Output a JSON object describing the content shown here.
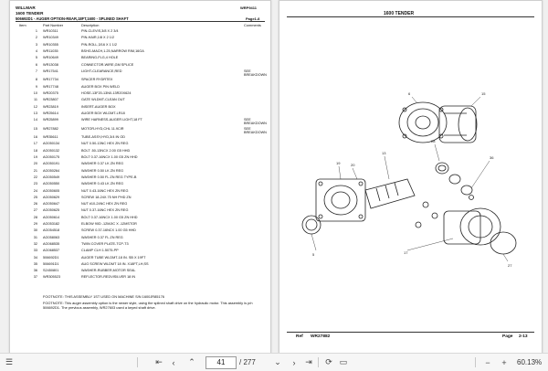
{
  "left_page": {
    "company": "WILLMAR",
    "doc_code": "WRP9411",
    "title": "1600 TENDER",
    "assembly": "506692D1 - AUGER OPTION-REAR,18FT,1600 - SPLINED SHAFT",
    "page_label": "Page1-8",
    "col_item": "Item",
    "col_part": "Part Number",
    "col_desc": "Description",
    "col_cmt": "Comments",
    "parts": [
      {
        "item": "1",
        "part": "WR10311",
        "desc": "PIN-CLEVIS,3/8 X 2 3/4",
        "cmt": ""
      },
      {
        "item": "2",
        "part": "WR10349",
        "desc": "PIN-HAIR,1/8 X 2 1/2",
        "cmt": ""
      },
      {
        "item": "3",
        "part": "WR10355",
        "desc": "PIN-ROLL,3/16 X 1 1/2",
        "cmt": ""
      },
      {
        "item": "4",
        "part": "WR11035",
        "desc": "BSHG-MACH,1.25,NARROW RIM,16GA",
        "cmt": ""
      },
      {
        "item": "5",
        "part": "WR10649",
        "desc": "BEARING-FLG,4 HOLE",
        "cmt": ""
      },
      {
        "item": "6",
        "part": "WR13038",
        "desc": "CONNECTOR-WIRE,GM SPLICE",
        "cmt": ""
      },
      {
        "item": "7",
        "part": "WR17541",
        "desc": "LIGHT-CLEARANCE,RED",
        "cmt": "SEE BREAKDOWN"
      },
      {
        "item": "8",
        "part": "WR17734",
        "desc": "SPACER RYDRTEX",
        "cmt": ""
      },
      {
        "item": "9",
        "part": "WR17748",
        "desc": "AUGER BOX PIN WELD",
        "cmt": ""
      },
      {
        "item": "10",
        "part": "WR20375",
        "desc": "HOSE-13F20-13N0-13R20X624",
        "cmt": ""
      },
      {
        "item": "11",
        "part": "WR23807",
        "desc": "GATE WLDMT-CLEAN OUT",
        "cmt": ""
      },
      {
        "item": "12",
        "part": "WR23819",
        "desc": "INSERT-AUGER BOX",
        "cmt": ""
      },
      {
        "item": "13",
        "part": "WR25614",
        "desc": "AUGER BOX WLDMT-LR18",
        "cmt": ""
      },
      {
        "item": "14",
        "part": "WR25899",
        "desc": "WIRE HARNESS-AUGER LIGHT,18 FT",
        "cmt": "SEE BREAKDOWN"
      },
      {
        "item": "15",
        "part": "WR27882",
        "desc": "MOTOR-HYD,CHL 11.9CIR",
        "cmt": "SEE BREAKDOWN"
      },
      {
        "item": "16",
        "part": "WR35611",
        "desc": "TUBE-ASSY,HYD,3/4 IN OD",
        "cmt": ""
      },
      {
        "item": "17",
        "part": "AG050134",
        "desc": "NUT 0.50-13NC HEX ZN REG",
        "cmt": ""
      },
      {
        "item": "18",
        "part": "AG050132",
        "desc": "BOLT .50-13NCX 2.00 G5 HHD",
        "cmt": ""
      },
      {
        "item": "19",
        "part": "AG050175",
        "desc": "BOLT 0.37-16NCX 1.00 G5 ZN HHD",
        "cmt": ""
      },
      {
        "item": "20",
        "part": "AG050191",
        "desc": "WASHER 0.37 LK ZN REG",
        "cmt": ""
      },
      {
        "item": "21",
        "part": "AG050264",
        "desc": "WASHER 0.50 LK ZN REG",
        "cmt": ""
      },
      {
        "item": "22",
        "part": "AG050549",
        "desc": "WASHER 0.50 FL ZN REG TYPE-B",
        "cmt": ""
      },
      {
        "item": "23",
        "part": "AG050550",
        "desc": "WASHER 0.43 LK ZN REG",
        "cmt": ""
      },
      {
        "item": "24",
        "part": "AG050605",
        "desc": "NUT 0.43-16NC HEX ZN REG",
        "cmt": ""
      },
      {
        "item": "25",
        "part": "AG050629",
        "desc": "SCREW 18-24X.75 NH PHD ZN",
        "cmt": ""
      },
      {
        "item": "26",
        "part": "AG050647",
        "desc": "NUT #10-24NC HEX ZN REG",
        "cmt": ""
      },
      {
        "item": "27",
        "part": "AG050625",
        "desc": "NUT 0.37-16NC HEX ZN REG",
        "cmt": ""
      },
      {
        "item": "28",
        "part": "AG050614",
        "desc": "BOLT 0.37-16NCX 1.00 G5 ZN HHD",
        "cmt": ""
      },
      {
        "item": "29",
        "part": "AG053182",
        "desc": "ELBOW 90D -12MJIC X -12MSTOR",
        "cmt": ""
      },
      {
        "item": "30",
        "part": "AG054518",
        "desc": "SCREW 0.37-16NCX 1.00 G5 HHD",
        "cmt": ""
      },
      {
        "item": "31",
        "part": "AG058063",
        "desc": "WASHER 0.37 FL ZN REG",
        "cmt": ""
      },
      {
        "item": "32",
        "part": "AG068535",
        "desc": "TWIN COVER PLATE-TCP-T3",
        "cmt": ""
      },
      {
        "item": "33",
        "part": "AG068537",
        "desc": "CLAMP CLH 1.5075-PP",
        "cmt": ""
      },
      {
        "item": "34",
        "part": "506692D1",
        "desc": "AUGER TUBE WLDMT-18 IN. SB X 19FT",
        "cmt": ""
      },
      {
        "item": "35",
        "part": "506691D1",
        "desc": "AUG SCREW WLDMT 18 IN. X18FT,LH,SS",
        "cmt": ""
      },
      {
        "item": "36",
        "part": "S2450801",
        "desc": "WASHER-RUBBER,MOTOR SEAL",
        "cmt": ""
      },
      {
        "item": "37",
        "part": "WR305523",
        "desc": "REFLECTOR-REDVISILVER 18 IN",
        "cmt": ""
      }
    ],
    "footnote1": "FOOTNOTE: THIS ASSEMBLY 1ST USED ON MACHINE S/N 1600JR85176",
    "footnote2": "FOOTNOTE: This auger assembly option is the newer style, using the splined shaft drive on the hydraulic motor. This assembly is p/n 506692D1. The previous assembly, WR27603 used a keyed shaft drive."
  },
  "right_page": {
    "title": "1600 TENDER",
    "ref_label": "Ref",
    "ref_value": "WR27882",
    "page_label": "Page",
    "page_value": "2-13"
  },
  "toolbar": {
    "page_current": "41",
    "page_total": "/ 277",
    "zoom": "60.13%"
  }
}
